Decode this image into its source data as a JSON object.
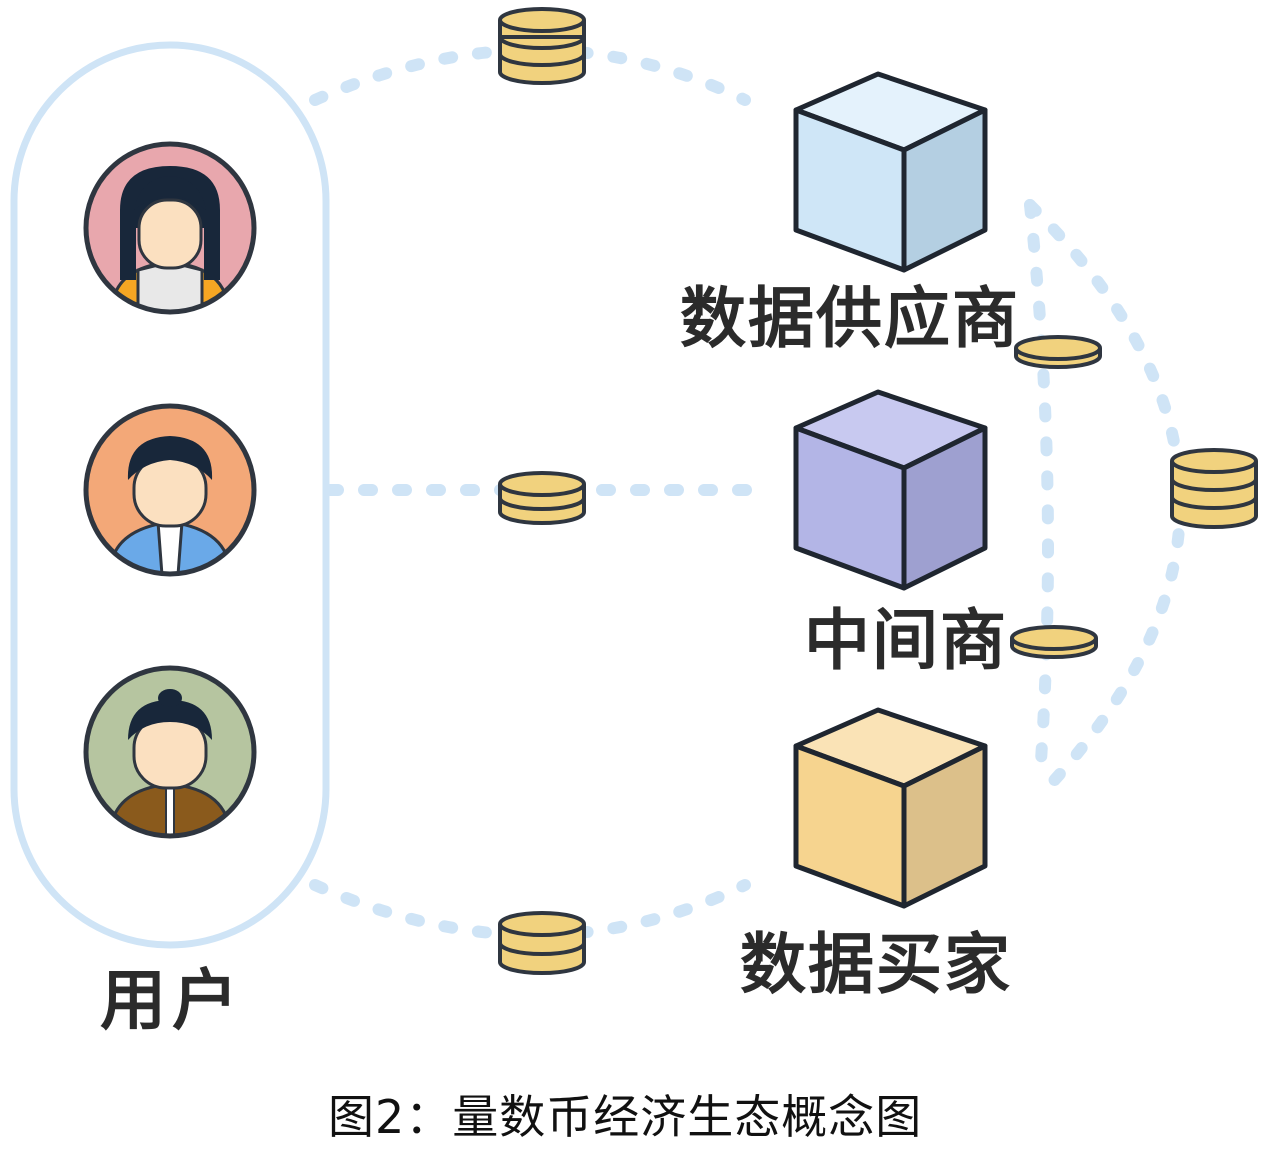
{
  "labels": {
    "users": "用户",
    "supplier": "数据供应商",
    "intermediary": "中间商",
    "buyer": "数据买家"
  },
  "caption": "图2：量数币经济生态概念图",
  "colors": {
    "dashed_line": "#cfe4f6",
    "user_group_outline": "#cfe4f6",
    "coin_fill": "#f1d27e",
    "coin_outline": "#2f3640",
    "supplier_cube": "#cfe6f7",
    "intermediary_cube": "#b3b5e6",
    "buyer_cube": "#f6d48f",
    "avatar_1_bg": "#e8a7ad",
    "avatar_2_bg": "#f3a878",
    "avatar_3_bg": "#b6c5a0",
    "skin": "#fbe0c0",
    "hair": "#18273a"
  },
  "icons": [
    "user-avatar-1",
    "user-avatar-2",
    "user-avatar-3",
    "coin-stack-icon",
    "cube-icon"
  ]
}
